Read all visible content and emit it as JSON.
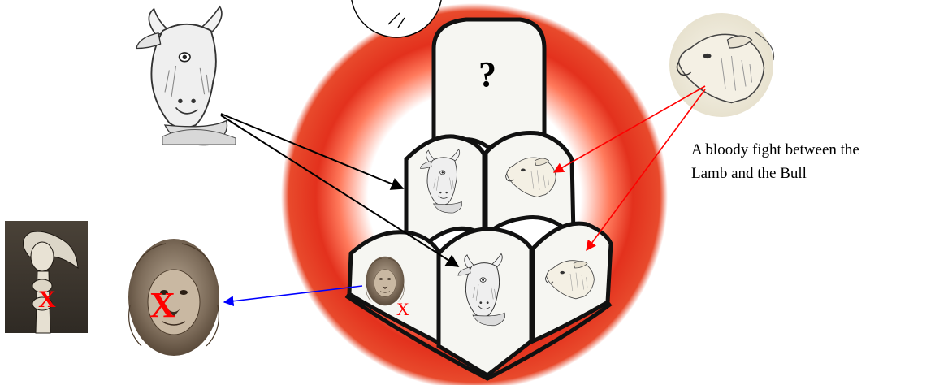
{
  "caption": {
    "line1": "A bloody fight between the",
    "line2": "Lamb and the Bull"
  },
  "marks": {
    "question": "?",
    "cross_small": "X",
    "cross_large": "X",
    "cross_eagle": "X"
  },
  "cells": [
    {
      "id": "top",
      "content": "?"
    },
    {
      "id": "middle-left",
      "content": "bull"
    },
    {
      "id": "middle-right",
      "content": "lamb"
    },
    {
      "id": "bottom-left",
      "content": "lion"
    },
    {
      "id": "bottom-center",
      "content": "bull"
    },
    {
      "id": "bottom-right",
      "content": "lamb"
    }
  ],
  "pictures": [
    {
      "name": "bull-engraving",
      "depicts": "bull"
    },
    {
      "name": "lamb-engraving",
      "depicts": "lamb"
    },
    {
      "name": "lion-engraving",
      "depicts": "lion"
    },
    {
      "name": "eagle-statue",
      "depicts": "eagle"
    }
  ],
  "arrow_colors": {
    "bull": "#000000",
    "lamb": "#ff0000",
    "lion": "#0000ff"
  },
  "colors": {
    "ring": "#e3311d",
    "ring_light": "#ff6f52",
    "cross": "#ff0000",
    "cell_border": "#111111",
    "cell_fill": "#f6f6f2"
  }
}
